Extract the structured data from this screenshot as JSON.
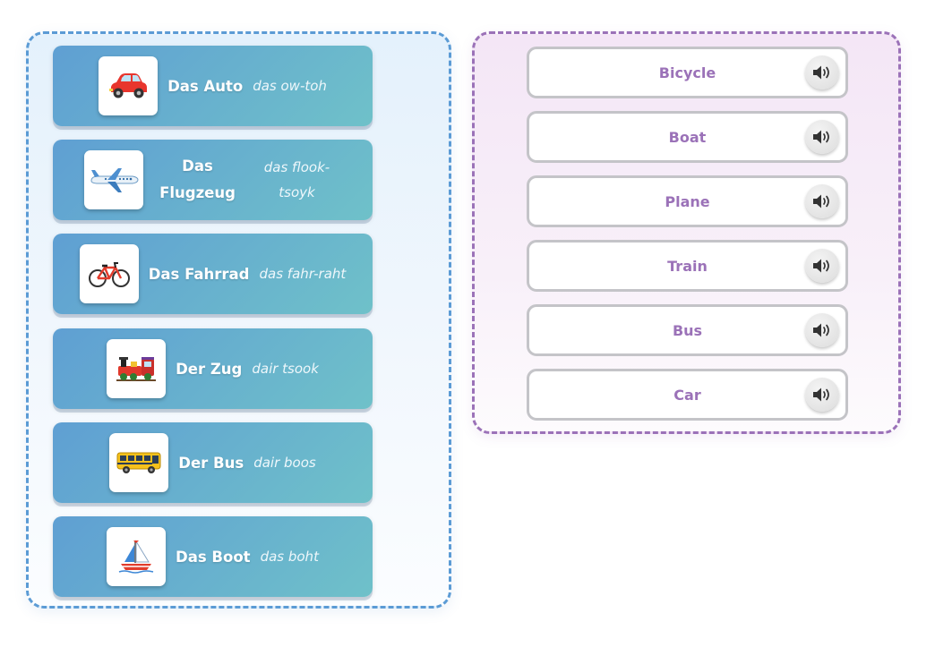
{
  "vocab_cards": [
    {
      "word": "Das Auto",
      "pronunciation": "das ow-toh",
      "icon": "car-icon"
    },
    {
      "word": "Das Flugzeug",
      "pronunciation": "das flook-tsoyk",
      "icon": "airplane-icon"
    },
    {
      "word": "Das Fahrrad",
      "pronunciation": "das fahr-raht",
      "icon": "bicycle-icon"
    },
    {
      "word": "Der Zug",
      "pronunciation": "dair tsook",
      "icon": "train-icon"
    },
    {
      "word": "Der Bus",
      "pronunciation": "dair boos",
      "icon": "bus-icon"
    },
    {
      "word": "Das Boot",
      "pronunciation": "das boht",
      "icon": "sailboat-icon"
    }
  ],
  "answer_options": [
    {
      "label": "Bicycle",
      "icon": "speaker-icon"
    },
    {
      "label": "Boat",
      "icon": "speaker-icon"
    },
    {
      "label": "Plane",
      "icon": "speaker-icon"
    },
    {
      "label": "Train",
      "icon": "speaker-icon"
    },
    {
      "label": "Bus",
      "icon": "speaker-icon"
    },
    {
      "label": "Car",
      "icon": "speaker-icon"
    }
  ],
  "colors": {
    "left_border": "#5b9bd5",
    "right_border": "#9b72b8",
    "card_gradient_start": "#5f9fd3",
    "card_gradient_end": "#6fc1c9",
    "answer_text": "#9b72b8"
  }
}
